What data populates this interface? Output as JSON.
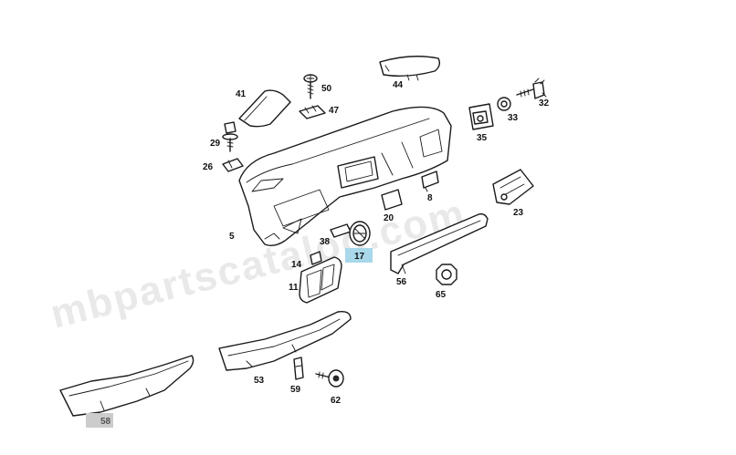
{
  "watermark": "mbpartscatalog.com",
  "highlight_color": "#a8d8ea",
  "highlight_grey": "#cccccc",
  "callouts": [
    {
      "id": "41",
      "label": "41"
    },
    {
      "id": "50",
      "label": "50"
    },
    {
      "id": "47",
      "label": "47"
    },
    {
      "id": "44",
      "label": "44"
    },
    {
      "id": "32",
      "label": "32"
    },
    {
      "id": "33",
      "label": "33"
    },
    {
      "id": "35",
      "label": "35"
    },
    {
      "id": "29",
      "label": "29"
    },
    {
      "id": "26",
      "label": "26"
    },
    {
      "id": "8",
      "label": "8"
    },
    {
      "id": "20",
      "label": "20"
    },
    {
      "id": "23",
      "label": "23"
    },
    {
      "id": "5",
      "label": "5"
    },
    {
      "id": "38",
      "label": "38"
    },
    {
      "id": "17",
      "label": "17"
    },
    {
      "id": "14",
      "label": "14"
    },
    {
      "id": "11",
      "label": "11"
    },
    {
      "id": "56",
      "label": "56"
    },
    {
      "id": "65",
      "label": "65"
    },
    {
      "id": "53",
      "label": "53"
    },
    {
      "id": "59",
      "label": "59"
    },
    {
      "id": "62",
      "label": "62"
    },
    {
      "id": "58",
      "label": "58"
    }
  ]
}
